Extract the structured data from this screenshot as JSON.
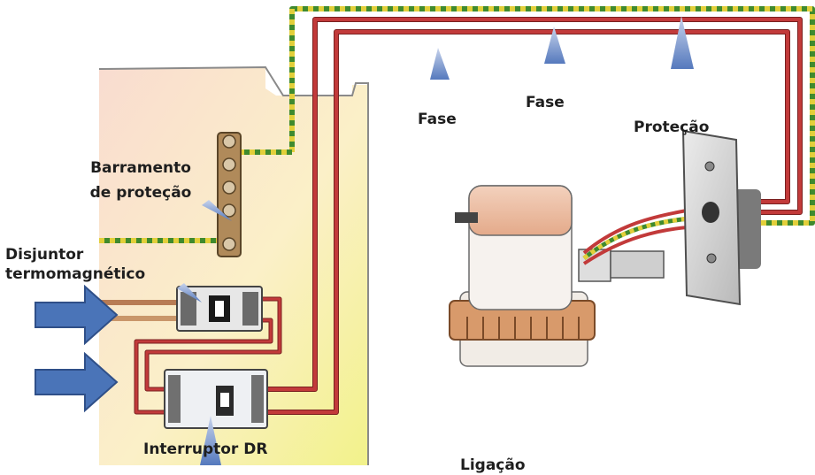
{
  "labels": {
    "fase_1": "Fase",
    "fase_2": "Fase",
    "protecao": "Proteção",
    "barramento_line1": "Barramento",
    "barramento_line2": "de proteção",
    "disjuntor_line1": "Disjuntor",
    "disjuntor_line2": "termomagnético",
    "interruptor_dr": "Interruptor DR",
    "ligacao_partial": "Ligação"
  },
  "colors": {
    "phase_wire": "#c23a3a",
    "ground_wire_green": "#3f8a2e",
    "ground_wire_yellow": "#e2cf3a",
    "arrow_fill": "#4a74b8",
    "pointer_fill": "#6f8fcb"
  }
}
